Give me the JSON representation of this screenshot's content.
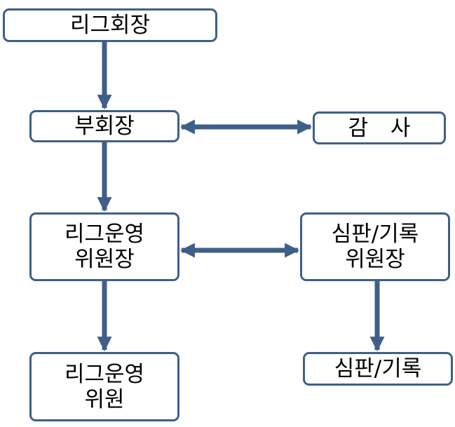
{
  "nodes": {
    "president": "리그회장",
    "vice_president": "부회장",
    "auditor": "감 사",
    "operations_chair": "리그운영\n위원장",
    "referee_chair": "심판/기록\n위원장",
    "operations_member": "리그운영\n위원",
    "referee_member": "심판/기록"
  },
  "edges": [
    {
      "from": "president",
      "to": "vice_president",
      "type": "one-way"
    },
    {
      "from": "vice_president",
      "to": "operations_chair",
      "type": "one-way"
    },
    {
      "from": "operations_chair",
      "to": "operations_member",
      "type": "one-way"
    },
    {
      "from": "referee_chair",
      "to": "referee_member",
      "type": "one-way"
    },
    {
      "from": "vice_president",
      "to": "auditor",
      "type": "two-way"
    },
    {
      "from": "operations_chair",
      "to": "referee_chair",
      "type": "two-way"
    }
  ],
  "colors": {
    "stroke": "#3f5f8a",
    "text": "#000000",
    "background": "#ffffff"
  }
}
